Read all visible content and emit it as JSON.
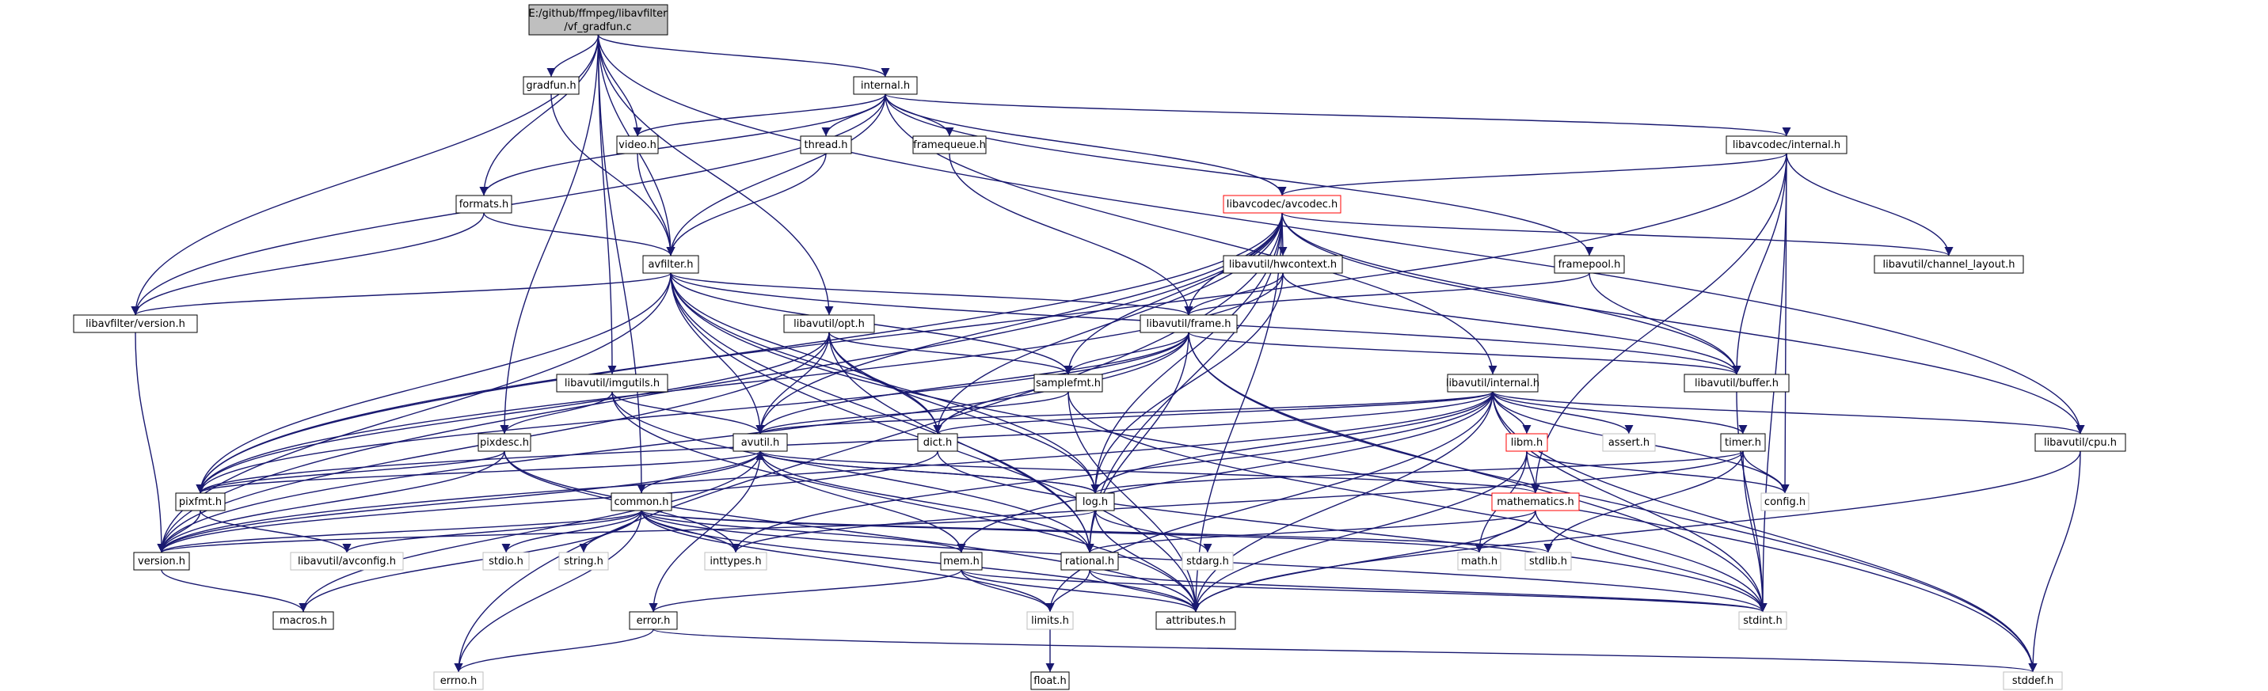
{
  "diagram": {
    "title_node": {
      "id": "root",
      "lines": [
        "E:/github/ffmpeg/libavfilter",
        "/vf_gradfun.c"
      ]
    },
    "colors": {
      "edge": "#191970",
      "root_fill": "#bfbfbf",
      "box_border": "#000000",
      "external_border": "#bfbfbf",
      "incomplete_border": "#ff0000"
    },
    "nodes": [
      {
        "id": "gradfun_h",
        "label": "gradfun.h",
        "kind": "normal"
      },
      {
        "id": "internal_h",
        "label": "internal.h",
        "kind": "normal"
      },
      {
        "id": "video_h",
        "label": "video.h",
        "kind": "normal"
      },
      {
        "id": "thread_h",
        "label": "thread.h",
        "kind": "normal"
      },
      {
        "id": "framequeue_h",
        "label": "framequeue.h",
        "kind": "normal"
      },
      {
        "id": "lavc_internal_h",
        "label": "libavcodec/internal.h",
        "kind": "normal"
      },
      {
        "id": "formats_h",
        "label": "formats.h",
        "kind": "normal"
      },
      {
        "id": "avcodec_h",
        "label": "libavcodec/avcodec.h",
        "kind": "incomplete"
      },
      {
        "id": "avfilter_h",
        "label": "avfilter.h",
        "kind": "normal"
      },
      {
        "id": "hwcontext_h",
        "label": "libavutil/hwcontext.h",
        "kind": "normal"
      },
      {
        "id": "framepool_h",
        "label": "framepool.h",
        "kind": "normal"
      },
      {
        "id": "channel_layout_h",
        "label": "libavutil/channel_layout.h",
        "kind": "normal"
      },
      {
        "id": "lavfi_version_h",
        "label": "libavfilter/version.h",
        "kind": "normal"
      },
      {
        "id": "opt_h",
        "label": "libavutil/opt.h",
        "kind": "normal"
      },
      {
        "id": "frame_h",
        "label": "libavutil/frame.h",
        "kind": "normal"
      },
      {
        "id": "buffer_h",
        "label": "libavutil/buffer.h",
        "kind": "normal"
      },
      {
        "id": "imgutils_h",
        "label": "libavutil/imgutils.h",
        "kind": "normal"
      },
      {
        "id": "samplefmt_h",
        "label": "samplefmt.h",
        "kind": "normal"
      },
      {
        "id": "lavu_internal_h",
        "label": "libavutil/internal.h",
        "kind": "normal"
      },
      {
        "id": "pixdesc_h",
        "label": "pixdesc.h",
        "kind": "normal"
      },
      {
        "id": "avutil_h",
        "label": "avutil.h",
        "kind": "normal"
      },
      {
        "id": "dict_h",
        "label": "dict.h",
        "kind": "normal"
      },
      {
        "id": "libm_h",
        "label": "libm.h",
        "kind": "incomplete"
      },
      {
        "id": "assert_h",
        "label": "assert.h",
        "kind": "external"
      },
      {
        "id": "timer_h",
        "label": "timer.h",
        "kind": "normal"
      },
      {
        "id": "cpu_h",
        "label": "libavutil/cpu.h",
        "kind": "normal"
      },
      {
        "id": "pixfmt_h",
        "label": "pixfmt.h",
        "kind": "normal"
      },
      {
        "id": "common_h",
        "label": "common.h",
        "kind": "normal"
      },
      {
        "id": "log_h",
        "label": "log.h",
        "kind": "normal"
      },
      {
        "id": "mathematics_h",
        "label": "mathematics.h",
        "kind": "incomplete"
      },
      {
        "id": "config_h",
        "label": "config.h",
        "kind": "external"
      },
      {
        "id": "version_h",
        "label": "version.h",
        "kind": "normal"
      },
      {
        "id": "avconfig_h",
        "label": "libavutil/avconfig.h",
        "kind": "external"
      },
      {
        "id": "stdio_h",
        "label": "stdio.h",
        "kind": "external"
      },
      {
        "id": "string_h",
        "label": "string.h",
        "kind": "external"
      },
      {
        "id": "inttypes_h",
        "label": "inttypes.h",
        "kind": "external"
      },
      {
        "id": "mem_h",
        "label": "mem.h",
        "kind": "normal"
      },
      {
        "id": "rational_h",
        "label": "rational.h",
        "kind": "normal"
      },
      {
        "id": "stdarg_h",
        "label": "stdarg.h",
        "kind": "external"
      },
      {
        "id": "math_h",
        "label": "math.h",
        "kind": "external"
      },
      {
        "id": "stdlib_h",
        "label": "stdlib.h",
        "kind": "external"
      },
      {
        "id": "macros_h",
        "label": "macros.h",
        "kind": "normal"
      },
      {
        "id": "error_h",
        "label": "error.h",
        "kind": "normal"
      },
      {
        "id": "limits_h",
        "label": "limits.h",
        "kind": "external"
      },
      {
        "id": "attributes_h",
        "label": "attributes.h",
        "kind": "normal"
      },
      {
        "id": "stdint_h",
        "label": "stdint.h",
        "kind": "external"
      },
      {
        "id": "errno_h",
        "label": "errno.h",
        "kind": "external"
      },
      {
        "id": "float_h",
        "label": "float.h",
        "kind": "normal"
      },
      {
        "id": "stddef_h",
        "label": "stddef.h",
        "kind": "external"
      }
    ],
    "edges": [
      [
        "root",
        "gradfun_h"
      ],
      [
        "root",
        "internal_h"
      ],
      [
        "root",
        "video_h"
      ],
      [
        "root",
        "formats_h"
      ],
      [
        "root",
        "avfilter_h"
      ],
      [
        "root",
        "opt_h"
      ],
      [
        "root",
        "imgutils_h"
      ],
      [
        "root",
        "pixdesc_h"
      ],
      [
        "root",
        "common_h"
      ],
      [
        "root",
        "cpu_h"
      ],
      [
        "root",
        "lavfi_version_h"
      ],
      [
        "gradfun_h",
        "avfilter_h"
      ],
      [
        "internal_h",
        "video_h"
      ],
      [
        "internal_h",
        "thread_h"
      ],
      [
        "internal_h",
        "framequeue_h"
      ],
      [
        "internal_h",
        "lavc_internal_h"
      ],
      [
        "internal_h",
        "formats_h"
      ],
      [
        "internal_h",
        "avcodec_h"
      ],
      [
        "internal_h",
        "avfilter_h"
      ],
      [
        "internal_h",
        "framepool_h"
      ],
      [
        "internal_h",
        "lavu_internal_h"
      ],
      [
        "internal_h",
        "lavfi_version_h"
      ],
      [
        "video_h",
        "avfilter_h"
      ],
      [
        "thread_h",
        "avfilter_h"
      ],
      [
        "framequeue_h",
        "frame_h"
      ],
      [
        "lavc_internal_h",
        "avcodec_h"
      ],
      [
        "lavc_internal_h",
        "channel_layout_h"
      ],
      [
        "lavc_internal_h",
        "buffer_h"
      ],
      [
        "lavc_internal_h",
        "config_h"
      ],
      [
        "lavc_internal_h",
        "mathematics_h"
      ],
      [
        "lavc_internal_h",
        "pixfmt_h"
      ],
      [
        "lavc_internal_h",
        "stdint_h"
      ],
      [
        "formats_h",
        "avfilter_h"
      ],
      [
        "formats_h",
        "lavfi_version_h"
      ],
      [
        "avcodec_h",
        "hwcontext_h"
      ],
      [
        "avcodec_h",
        "frame_h"
      ],
      [
        "avcodec_h",
        "buffer_h"
      ],
      [
        "avcodec_h",
        "channel_layout_h"
      ],
      [
        "avcodec_h",
        "samplefmt_h"
      ],
      [
        "avcodec_h",
        "avutil_h"
      ],
      [
        "avcodec_h",
        "dict_h"
      ],
      [
        "avcodec_h",
        "log_h"
      ],
      [
        "avcodec_h",
        "rational_h"
      ],
      [
        "avcodec_h",
        "attributes_h"
      ],
      [
        "avcodec_h",
        "pixfmt_h"
      ],
      [
        "avcodec_h",
        "version_h"
      ],
      [
        "avcodec_h",
        "errno_h"
      ],
      [
        "avcodec_h",
        "cpu_h"
      ],
      [
        "avfilter_h",
        "lavfi_version_h"
      ],
      [
        "avfilter_h",
        "frame_h"
      ],
      [
        "avfilter_h",
        "buffer_h"
      ],
      [
        "avfilter_h",
        "samplefmt_h"
      ],
      [
        "avfilter_h",
        "avutil_h"
      ],
      [
        "avfilter_h",
        "dict_h"
      ],
      [
        "avfilter_h",
        "log_h"
      ],
      [
        "avfilter_h",
        "pixfmt_h"
      ],
      [
        "avfilter_h",
        "rational_h"
      ],
      [
        "avfilter_h",
        "attributes_h"
      ],
      [
        "avfilter_h",
        "version_h"
      ],
      [
        "avfilter_h",
        "stddef_h"
      ],
      [
        "hwcontext_h",
        "frame_h"
      ],
      [
        "hwcontext_h",
        "buffer_h"
      ],
      [
        "hwcontext_h",
        "log_h"
      ],
      [
        "hwcontext_h",
        "pixfmt_h"
      ],
      [
        "framepool_h",
        "frame_h"
      ],
      [
        "framepool_h",
        "buffer_h"
      ],
      [
        "lavfi_version_h",
        "version_h"
      ],
      [
        "opt_h",
        "samplefmt_h"
      ],
      [
        "opt_h",
        "avutil_h"
      ],
      [
        "opt_h",
        "dict_h"
      ],
      [
        "opt_h",
        "log_h"
      ],
      [
        "opt_h",
        "pixfmt_h"
      ],
      [
        "opt_h",
        "rational_h"
      ],
      [
        "opt_h",
        "version_h"
      ],
      [
        "frame_h",
        "buffer_h"
      ],
      [
        "frame_h",
        "samplefmt_h"
      ],
      [
        "frame_h",
        "avutil_h"
      ],
      [
        "frame_h",
        "dict_h"
      ],
      [
        "frame_h",
        "rational_h"
      ],
      [
        "frame_h",
        "pixfmt_h"
      ],
      [
        "frame_h",
        "version_h"
      ],
      [
        "frame_h",
        "stdint_h"
      ],
      [
        "frame_h",
        "stddef_h"
      ],
      [
        "buffer_h",
        "stdint_h"
      ],
      [
        "imgutils_h",
        "avutil_h"
      ],
      [
        "imgutils_h",
        "pixdesc_h"
      ],
      [
        "imgutils_h",
        "attributes_h"
      ],
      [
        "imgutils_h",
        "rational_h"
      ],
      [
        "samplefmt_h",
        "avutil_h"
      ],
      [
        "samplefmt_h",
        "attributes_h"
      ],
      [
        "samplefmt_h",
        "stdint_h"
      ],
      [
        "lavu_internal_h",
        "dict_h"
      ],
      [
        "lavu_internal_h",
        "libm_h"
      ],
      [
        "lavu_internal_h",
        "assert_h"
      ],
      [
        "lavu_internal_h",
        "timer_h"
      ],
      [
        "lavu_internal_h",
        "cpu_h"
      ],
      [
        "lavu_internal_h",
        "pixfmt_h"
      ],
      [
        "lavu_internal_h",
        "log_h"
      ],
      [
        "lavu_internal_h",
        "version_h"
      ],
      [
        "lavu_internal_h",
        "mem_h"
      ],
      [
        "lavu_internal_h",
        "attributes_h"
      ],
      [
        "lavu_internal_h",
        "config_h"
      ],
      [
        "lavu_internal_h",
        "limits_h"
      ],
      [
        "lavu_internal_h",
        "stdint_h"
      ],
      [
        "lavu_internal_h",
        "stddef_h"
      ],
      [
        "lavu_internal_h",
        "avutil_h"
      ],
      [
        "lavu_internal_h",
        "inttypes_h"
      ],
      [
        "pixdesc_h",
        "attributes_h"
      ],
      [
        "pixdesc_h",
        "pixfmt_h"
      ],
      [
        "pixdesc_h",
        "version_h"
      ],
      [
        "pixdesc_h",
        "inttypes_h"
      ],
      [
        "avutil_h",
        "common_h"
      ],
      [
        "avutil_h",
        "error_h"
      ],
      [
        "avutil_h",
        "rational_h"
      ],
      [
        "avutil_h",
        "version_h"
      ],
      [
        "avutil_h",
        "macros_h"
      ],
      [
        "avutil_h",
        "mathematics_h"
      ],
      [
        "avutil_h",
        "log_h"
      ],
      [
        "avutil_h",
        "pixfmt_h"
      ],
      [
        "dict_h",
        "version_h"
      ],
      [
        "dict_h",
        "stdint_h"
      ],
      [
        "libm_h",
        "config_h"
      ],
      [
        "libm_h",
        "attributes_h"
      ],
      [
        "libm_h",
        "mathematics_h"
      ],
      [
        "libm_h",
        "math_h"
      ],
      [
        "timer_h",
        "config_h"
      ],
      [
        "timer_h",
        "log_h"
      ],
      [
        "timer_h",
        "inttypes_h"
      ],
      [
        "timer_h",
        "stdint_h"
      ],
      [
        "timer_h",
        "stdlib_h"
      ],
      [
        "cpu_h",
        "attributes_h"
      ],
      [
        "cpu_h",
        "stddef_h"
      ],
      [
        "pixfmt_h",
        "avconfig_h"
      ],
      [
        "pixfmt_h",
        "version_h"
      ],
      [
        "common_h",
        "attributes_h"
      ],
      [
        "common_h",
        "macros_h"
      ],
      [
        "common_h",
        "version_h"
      ],
      [
        "common_h",
        "avconfig_h"
      ],
      [
        "common_h",
        "stdio_h"
      ],
      [
        "common_h",
        "string_h"
      ],
      [
        "common_h",
        "inttypes_h"
      ],
      [
        "common_h",
        "errno_h"
      ],
      [
        "common_h",
        "mem_h"
      ],
      [
        "common_h",
        "limits_h"
      ],
      [
        "common_h",
        "math_h"
      ],
      [
        "common_h",
        "stdlib_h"
      ],
      [
        "common_h",
        "stdint_h"
      ],
      [
        "log_h",
        "attributes_h"
      ],
      [
        "log_h",
        "version_h"
      ],
      [
        "log_h",
        "avutil_h"
      ],
      [
        "log_h",
        "stdarg_h"
      ],
      [
        "mathematics_h",
        "stdint_h"
      ],
      [
        "mathematics_h",
        "math_h"
      ],
      [
        "mathematics_h",
        "attributes_h"
      ],
      [
        "mathematics_h",
        "rational_h"
      ],
      [
        "version_h",
        "macros_h"
      ],
      [
        "mem_h",
        "attributes_h"
      ],
      [
        "mem_h",
        "error_h"
      ],
      [
        "mem_h",
        "avutil_h"
      ],
      [
        "mem_h",
        "limits_h"
      ],
      [
        "mem_h",
        "stdint_h"
      ],
      [
        "rational_h",
        "stdint_h"
      ],
      [
        "rational_h",
        "limits_h"
      ],
      [
        "rational_h",
        "attributes_h"
      ],
      [
        "error_h",
        "errno_h"
      ],
      [
        "error_h",
        "stddef_h"
      ],
      [
        "limits_h",
        "float_h"
      ]
    ]
  }
}
